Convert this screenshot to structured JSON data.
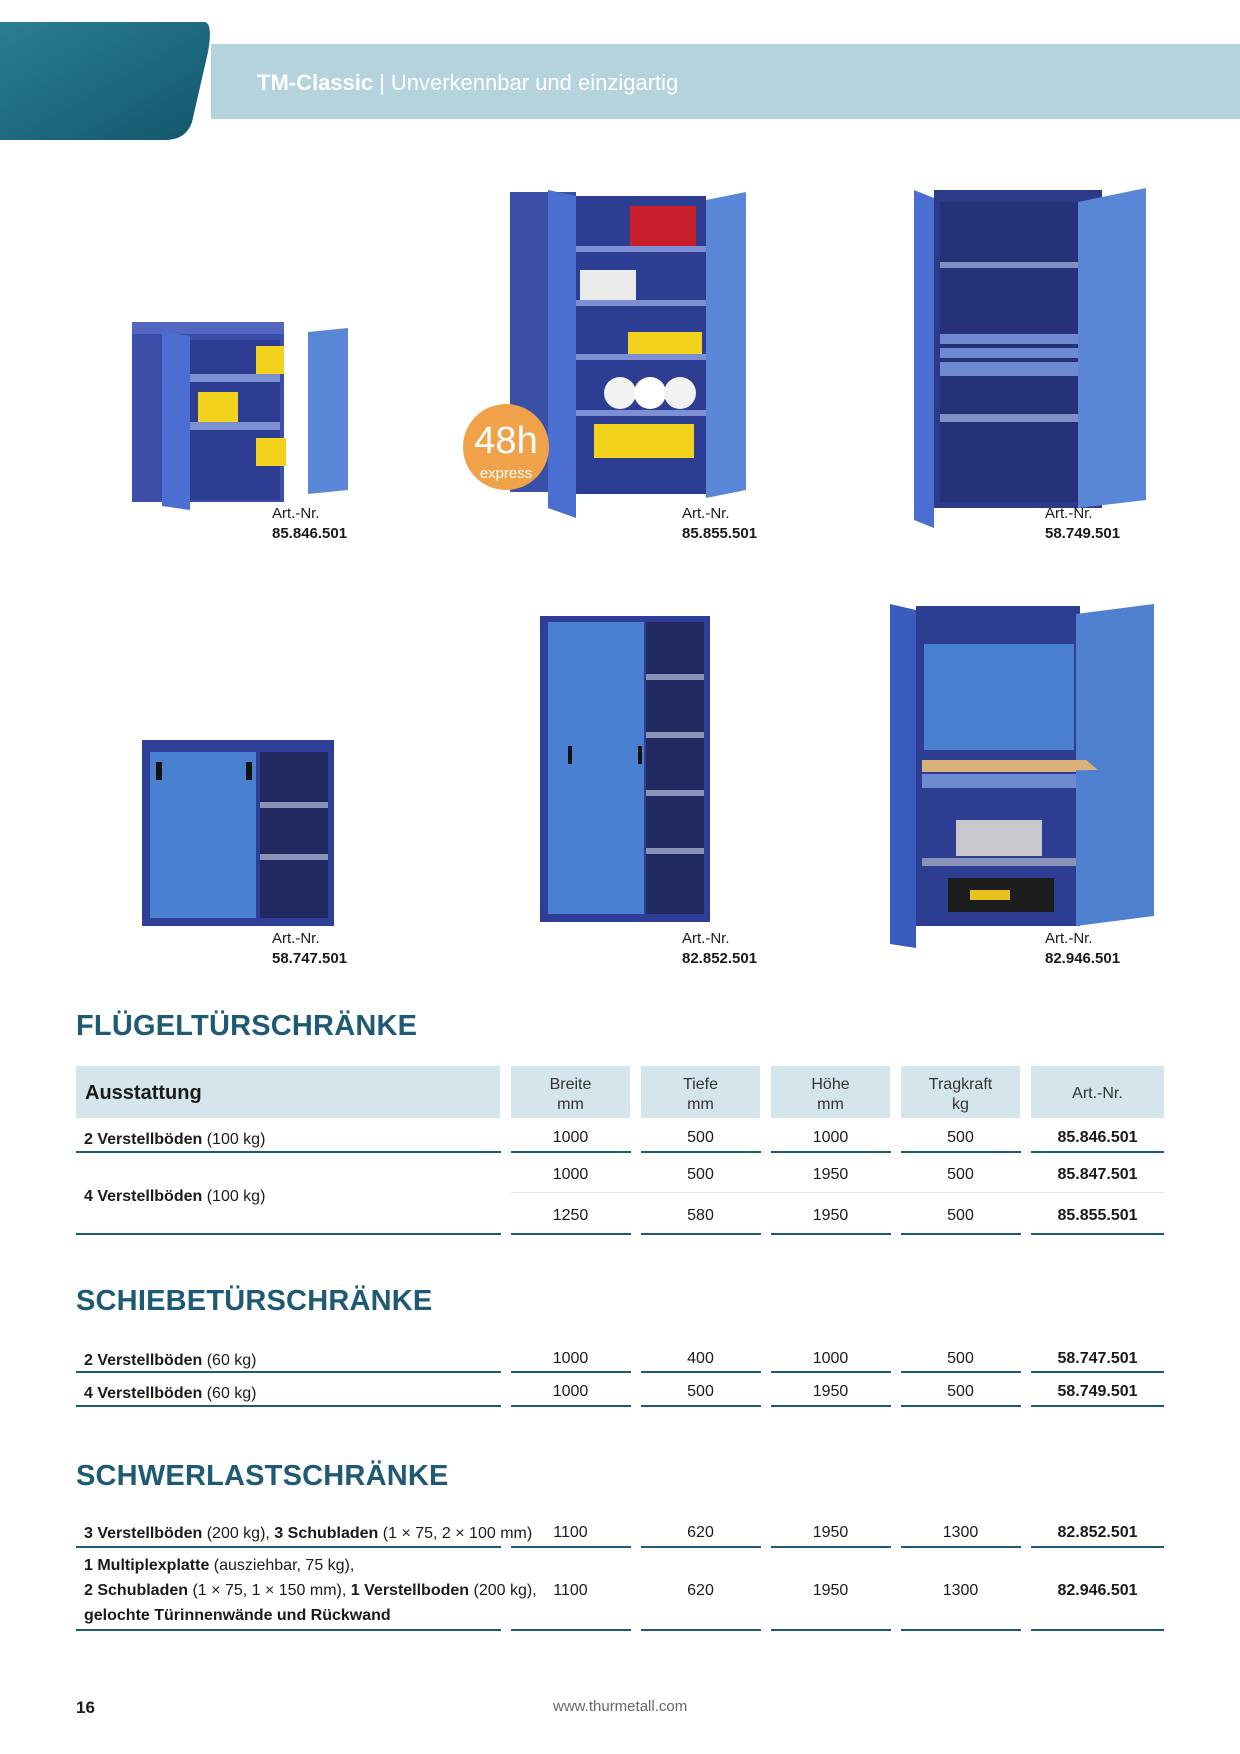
{
  "header": {
    "brand": "TM-Classic",
    "separator": "|",
    "tagline": "Unverkennbar und einzigartig",
    "accent": "#1f5a74",
    "bar_color": "#b5d3dd"
  },
  "products": [
    {
      "label": "Art.-Nr.",
      "number": "85.846.501"
    },
    {
      "label": "Art.-Nr.",
      "number": "85.855.501"
    },
    {
      "label": "Art.-Nr.",
      "number": "58.749.501"
    },
    {
      "label": "Art.-Nr.",
      "number": "58.747.501"
    },
    {
      "label": "Art.-Nr.",
      "number": "82.852.501"
    },
    {
      "label": "Art.-Nr.",
      "number": "82.946.501"
    }
  ],
  "badge": {
    "value": "48h",
    "text": "express",
    "color": "#f0a24a"
  },
  "table_header": {
    "ausstattung": "Ausstattung",
    "breite": "Breite",
    "breite_unit": "mm",
    "tiefe": "Tiefe",
    "tiefe_unit": "mm",
    "hoehe": "Höhe",
    "hoehe_unit": "mm",
    "tragkraft": "Tragkraft",
    "tragkraft_unit": "kg",
    "art": "Art.-Nr."
  },
  "sections": {
    "fluegel": {
      "title": "FLÜGELTÜRSCHRÄNKE",
      "rows": [
        {
          "b1": "2 Verstellböden",
          "n1": " (100 kg)",
          "breite": "1000",
          "tiefe": "500",
          "hoehe": "1000",
          "tragkraft": "500",
          "art": "85.846.501"
        },
        {
          "b1": "4 Verstellböden",
          "n1": " (100 kg)",
          "breite": "1000",
          "tiefe": "500",
          "hoehe": "1950",
          "tragkraft": "500",
          "art": "85.847.501"
        },
        {
          "breite": "1250",
          "tiefe": "580",
          "hoehe": "1950",
          "tragkraft": "500",
          "art": "85.855.501"
        }
      ]
    },
    "schiebe": {
      "title": "SCHIEBETÜRSCHRÄNKE",
      "rows": [
        {
          "b1": "2 Verstellböden",
          "n1": " (60 kg)",
          "breite": "1000",
          "tiefe": "400",
          "hoehe": "1000",
          "tragkraft": "500",
          "art": "58.747.501"
        },
        {
          "b1": "4 Verstellböden",
          "n1": " (60 kg)",
          "breite": "1000",
          "tiefe": "500",
          "hoehe": "1950",
          "tragkraft": "500",
          "art": "58.749.501"
        }
      ]
    },
    "schwerlast": {
      "title": "SCHWERLASTSCHRÄNKE",
      "rows": [
        {
          "b1": "3 Verstellböden",
          "n1": " (200 kg), ",
          "b2": "3 Schubladen",
          "n2": " (1 × 75, 2 × 100 mm)",
          "breite": "1100",
          "tiefe": "620",
          "hoehe": "1950",
          "tragkraft": "1300",
          "art": "82.852.501"
        },
        {
          "l1b": "1 Multiplexplatte",
          "l1n": " (ausziehbar, 75 kg),",
          "l2b": "2 Schubladen",
          "l2n": " (1 × 75, 1 × 150 mm), ",
          "l2b2": "1 Verstellboden",
          "l2n2": " (200 kg),",
          "l3b": "gelochte Türinnenwände und Rückwand",
          "breite": "1100",
          "tiefe": "620",
          "hoehe": "1950",
          "tragkraft": "1300",
          "art": "82.946.501"
        }
      ]
    }
  },
  "footer": {
    "page": "16",
    "url": "www.thurmetall.com"
  }
}
